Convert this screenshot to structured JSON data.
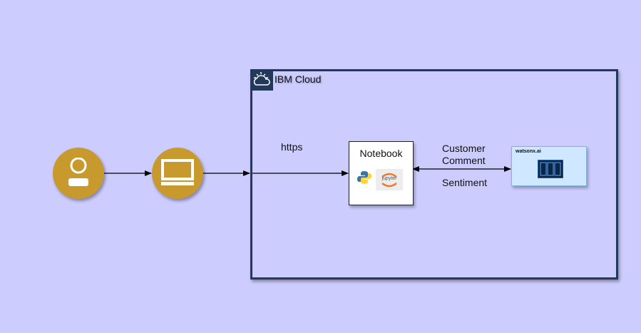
{
  "cloud": {
    "label": "IBM Cloud"
  },
  "edges": {
    "https_label": "https",
    "customer_comment_label": "Customer\nComment",
    "sentiment_label": "Sentiment"
  },
  "notebook": {
    "title": "Notebook",
    "jupyter_text": "jupyter"
  },
  "watsonx": {
    "title": "watsonx.ai"
  },
  "colors": {
    "background": "#ccccff",
    "node_fill": "#c89a2e",
    "cloud_border": "#23395b",
    "watsonx_fill": "#cfe8ff"
  },
  "icons": {
    "user": "user-icon",
    "device": "monitor-icon",
    "cloud": "cloud-icon",
    "python": "python-icon",
    "jupyter": "jupyter-icon"
  }
}
